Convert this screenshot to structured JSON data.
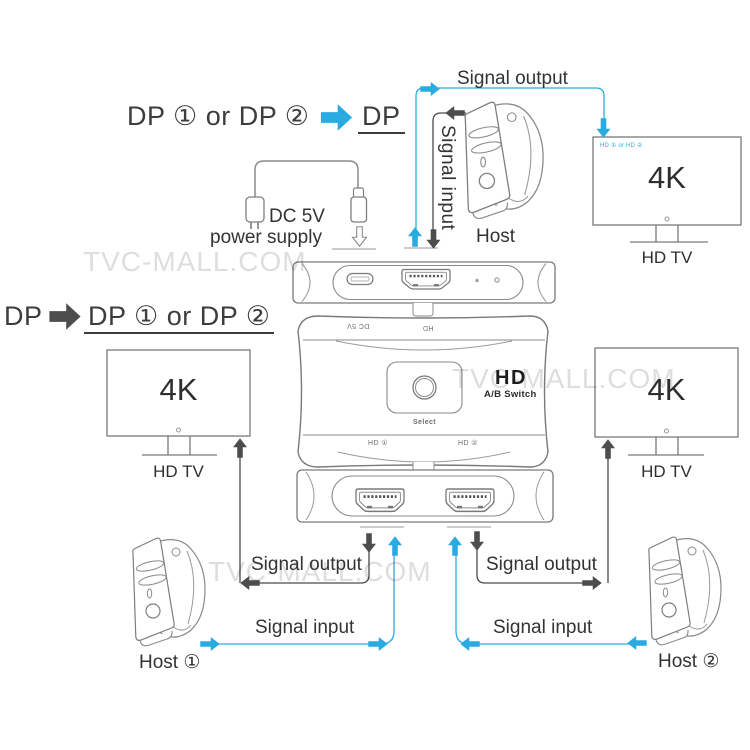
{
  "watermark": "TVC-MALL.COM",
  "colors": {
    "accent_cyan": "#29ABE2",
    "arrow_dark": "#4D4D4D"
  },
  "headings": {
    "modes_top": {
      "source": "DP ① or DP ②",
      "target": "DP"
    },
    "modes_left": {
      "source": "DP",
      "target": "DP ① or DP ②"
    }
  },
  "power_supply": {
    "line1": "DC 5V",
    "line2": "power supply"
  },
  "labels": {
    "signal_output": "Signal output",
    "signal_input": "Signal input",
    "host": "Host",
    "host_1": "Host ①",
    "host_2": "Host ②",
    "tv_resolution": "4K",
    "tv_name": "HD TV",
    "tv_osd": "HD ① or HD ②"
  },
  "switch": {
    "logo": "HD",
    "logo_sub": "A/B Switch",
    "select_button": "Select",
    "port_dc": "DC 5V",
    "port_hd": "HD",
    "port_hd1": "HD ①",
    "port_hd2": "HD ②"
  }
}
